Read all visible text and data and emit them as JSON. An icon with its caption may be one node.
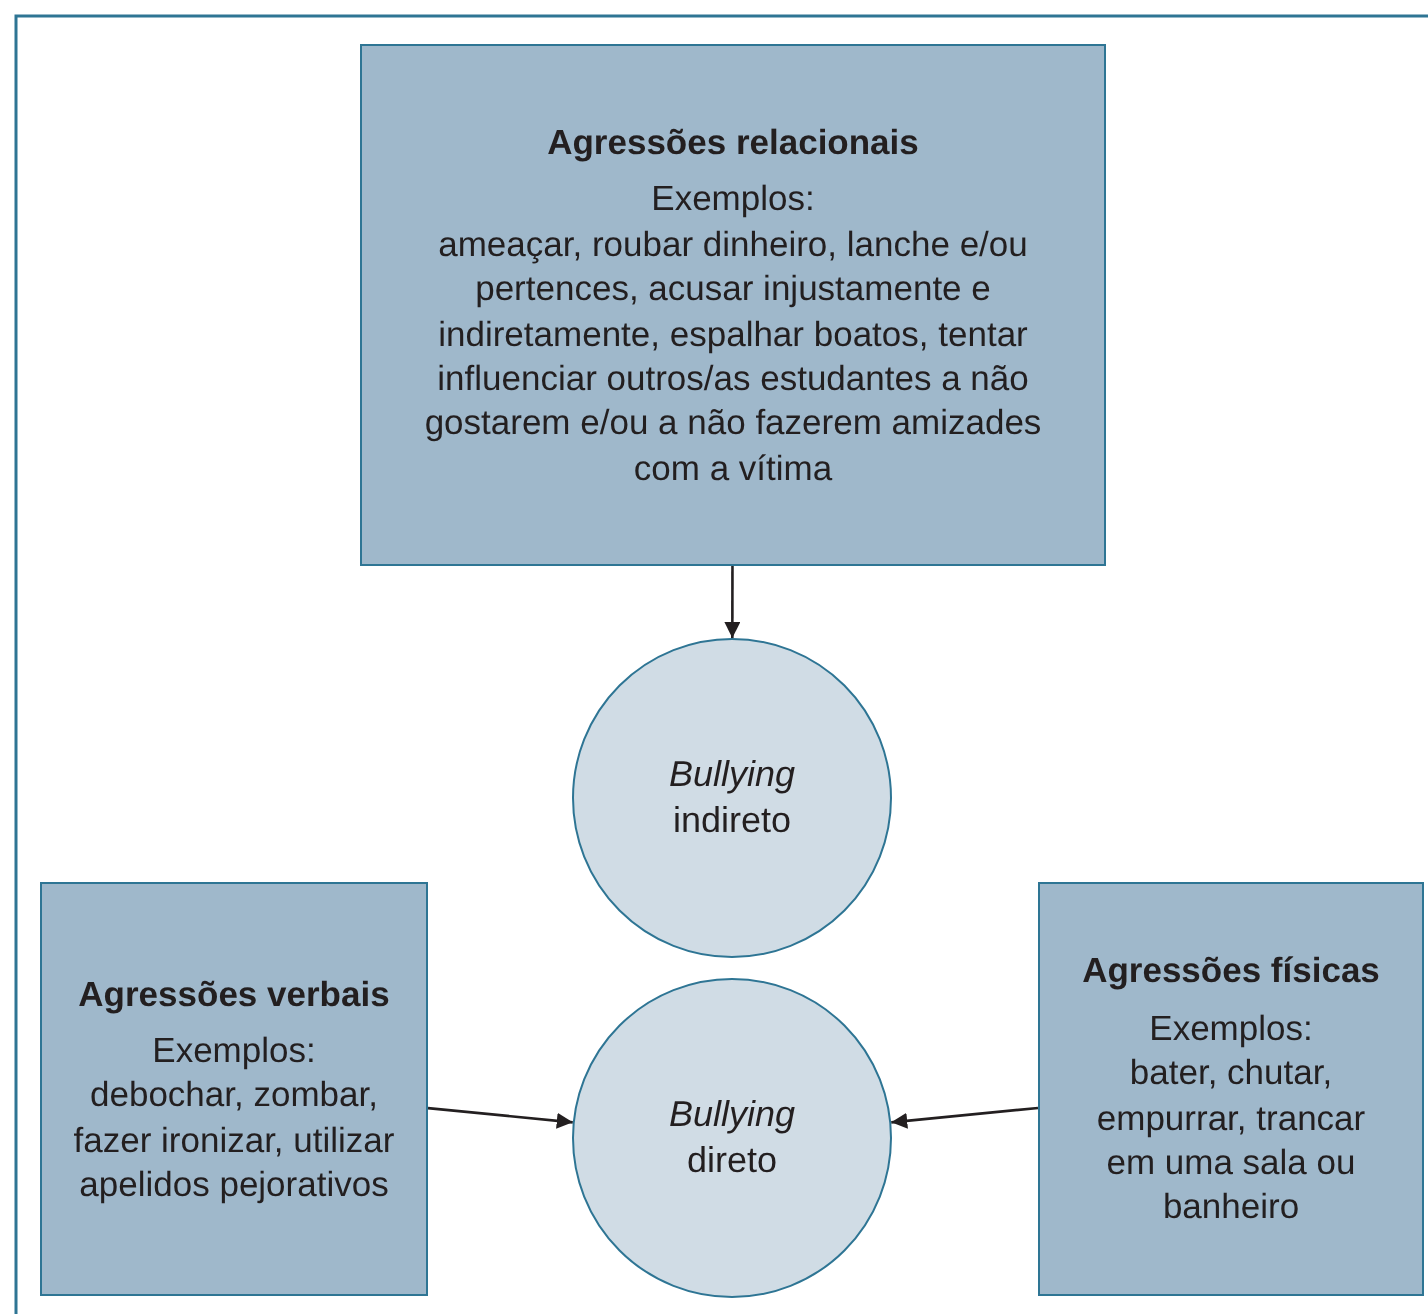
{
  "diagram": {
    "nodes": [
      {
        "text": [
          "Agressões relacionais",
          "Exemplos:",
          "ameaçar, roubar dinheiro, lanche e/ou pertences, acusar injustamente e indiretamente, espalhar boatos, tentar influenciar outros/as estudantes a não gostarem e/ou a não fazerem amizades com a vítima"
        ]
      },
      {
        "text": [
          "*Bullying* indireto"
        ]
      },
      {
        "text": [
          "Agressões verbais",
          "Exemplos:",
          "debochar, zombar, fazer ironizar, utilizar apelidos pejorativos"
        ]
      },
      {
        "text": [
          "*Bullying* direto"
        ]
      },
      {
        "text": [
          "Agressões físicas",
          "Exemplos:",
          "bater, chutar, empurrar, trancar em uma sala ou banheiro"
        ]
      }
    ],
    "edges": [
      {
        "from": 0,
        "to": 1,
        "arrow": "to"
      },
      {
        "from": 2,
        "to": 3,
        "arrow": "to"
      },
      {
        "from": 4,
        "to": 3,
        "arrow": "to"
      }
    ]
  }
}
